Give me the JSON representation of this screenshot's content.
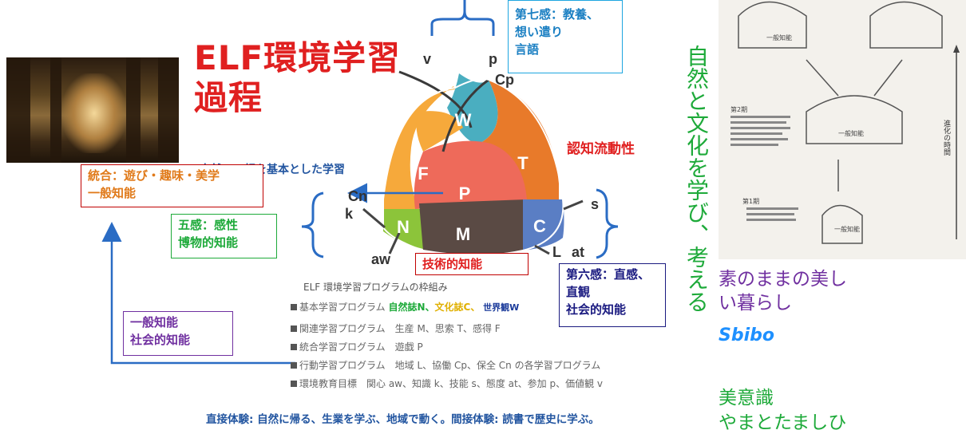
{
  "title": {
    "line1": "ELF環境学習",
    "line2": "過程"
  },
  "subtitle": "自然の三相を基本とした学習",
  "boxes": {
    "seventh": {
      "line1": "第七感：教養、",
      "line2": "想い遣り",
      "line3": "言語"
    },
    "integration": {
      "line1": "統合：遊び・趣味・美学",
      "line2": "一般知能"
    },
    "five_senses": {
      "line1": "五感：感性",
      "line2": "博物的知能"
    },
    "technical": {
      "line1": "技術的知能"
    },
    "sixth": {
      "line1": "第六感：直感、",
      "line2": "直観",
      "line3": "社会的知能"
    },
    "general": {
      "line1": "一般知能",
      "line2": "社会的知能"
    }
  },
  "cognitive": "認知流動性",
  "diagram": {
    "segments": {
      "W": "W",
      "F": "F",
      "T": "T",
      "P": "P",
      "N": "N",
      "M": "M",
      "C": "C"
    },
    "labels": {
      "v": "v",
      "p": "p",
      "Cp": "Cp",
      "Cn": "Cn",
      "k": "k",
      "s": "s",
      "aw": "aw",
      "L": "L",
      "at": "at"
    },
    "colors": {
      "W": "#4aaec0",
      "F": "#f6a93b",
      "T": "#e87a2a",
      "P": "#ee6a5a",
      "N": "#8cc43a",
      "M": "#5a4a44",
      "C": "#5a7ec4"
    }
  },
  "vertical_text": "自然と文化を学び、考える",
  "program": {
    "heading": "ELF 環境学習プログラムの枠組み",
    "rows": [
      {
        "prefix": "基本学習プログラム",
        "n": "自然誌N、",
        "c": "文化誌C、",
        "w": "世界観W"
      },
      {
        "text": "関連学習プログラム　生産 M、思索 T、感得 F"
      },
      {
        "text": "統合学習プログラム　遊戯 P"
      },
      {
        "text": "行動学習プログラム　地域 L、協働 Cp、保全 Cn の各学習プログラム"
      },
      {
        "text": "環境教育目標　関心 aw、知識 k、技能 s、態度 at、参加 p、価値観 v"
      }
    ]
  },
  "direct": "直接体験: 自然に帰る、生業を学ぶ、地域で動く。間接体験: 読書で歴史に学ぶ。",
  "right": {
    "beauty_line1": "素のままの美し",
    "beauty_line2": "い暮らし",
    "sbibo": "Sbibo",
    "bii": "美意識",
    "yama": "やまとたましひ"
  },
  "scan": {
    "stage_label": "一般知能",
    "side_text": "進化の時間",
    "note1": "第2期",
    "note2": "第1期"
  }
}
